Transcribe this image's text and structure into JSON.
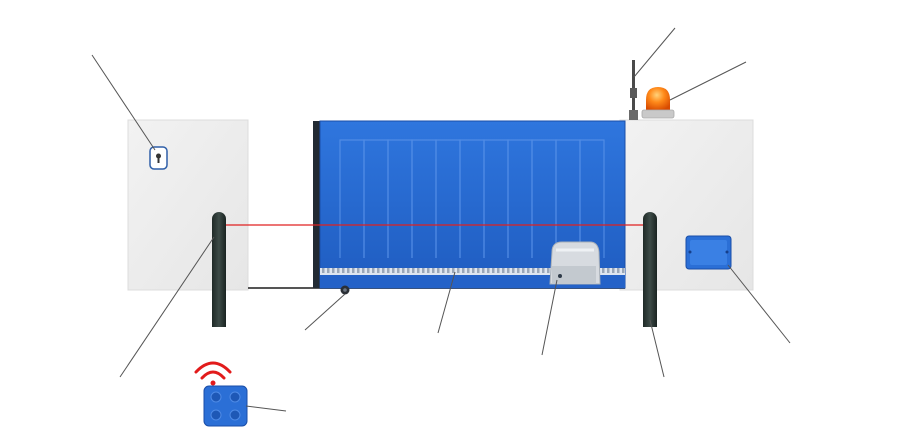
{
  "diagram": {
    "title": "",
    "components": [
      {
        "name": "key-selector",
        "label": ""
      },
      {
        "name": "photocell-left",
        "label": ""
      },
      {
        "name": "sliding-gate",
        "label": ""
      },
      {
        "name": "gate-roller",
        "label": ""
      },
      {
        "name": "rack-gear",
        "label": ""
      },
      {
        "name": "gate-motor",
        "label": ""
      },
      {
        "name": "photocell-right",
        "label": ""
      },
      {
        "name": "antenna",
        "label": ""
      },
      {
        "name": "flashing-lamp",
        "label": ""
      },
      {
        "name": "control-box",
        "label": ""
      },
      {
        "name": "remote-control",
        "label": ""
      }
    ],
    "colors": {
      "gate": "#2b6fd6",
      "wall": "#eeeeee",
      "post": "#2e3a36",
      "beam": "#e02020",
      "lamp": "#ff7a00",
      "remote_signal": "#e21b1b",
      "leader": "#555555"
    }
  }
}
